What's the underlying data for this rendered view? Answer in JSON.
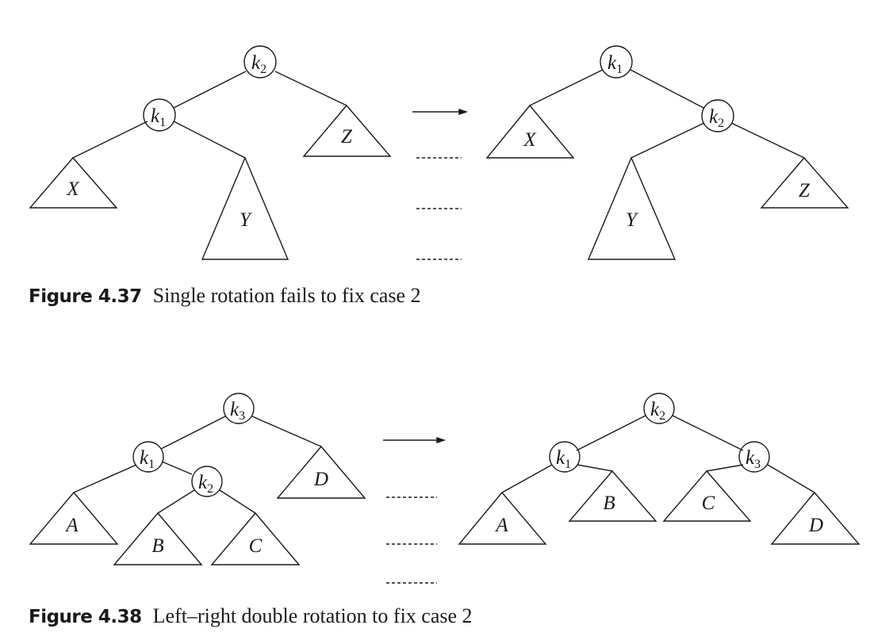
{
  "figures": [
    {
      "number": "Figure 4.37",
      "caption": "Single rotation fails to fix case 2",
      "before": {
        "nodes": [
          {
            "letter": "k",
            "sub": "2"
          },
          {
            "letter": "k",
            "sub": "1"
          }
        ],
        "subtrees": [
          "X",
          "Y",
          "Z"
        ]
      },
      "after": {
        "nodes": [
          {
            "letter": "k",
            "sub": "1"
          },
          {
            "letter": "k",
            "sub": "2"
          }
        ],
        "subtrees": [
          "X",
          "Y",
          "Z"
        ]
      }
    },
    {
      "number": "Figure 4.38",
      "caption": "Left–right double rotation to fix case 2",
      "before": {
        "nodes": [
          {
            "letter": "k",
            "sub": "3"
          },
          {
            "letter": "k",
            "sub": "1"
          },
          {
            "letter": "k",
            "sub": "2"
          }
        ],
        "subtrees": [
          "A",
          "B",
          "C",
          "D"
        ]
      },
      "after": {
        "nodes": [
          {
            "letter": "k",
            "sub": "2"
          },
          {
            "letter": "k",
            "sub": "1"
          },
          {
            "letter": "k",
            "sub": "3"
          }
        ],
        "subtrees": [
          "A",
          "B",
          "C",
          "D"
        ]
      }
    }
  ]
}
